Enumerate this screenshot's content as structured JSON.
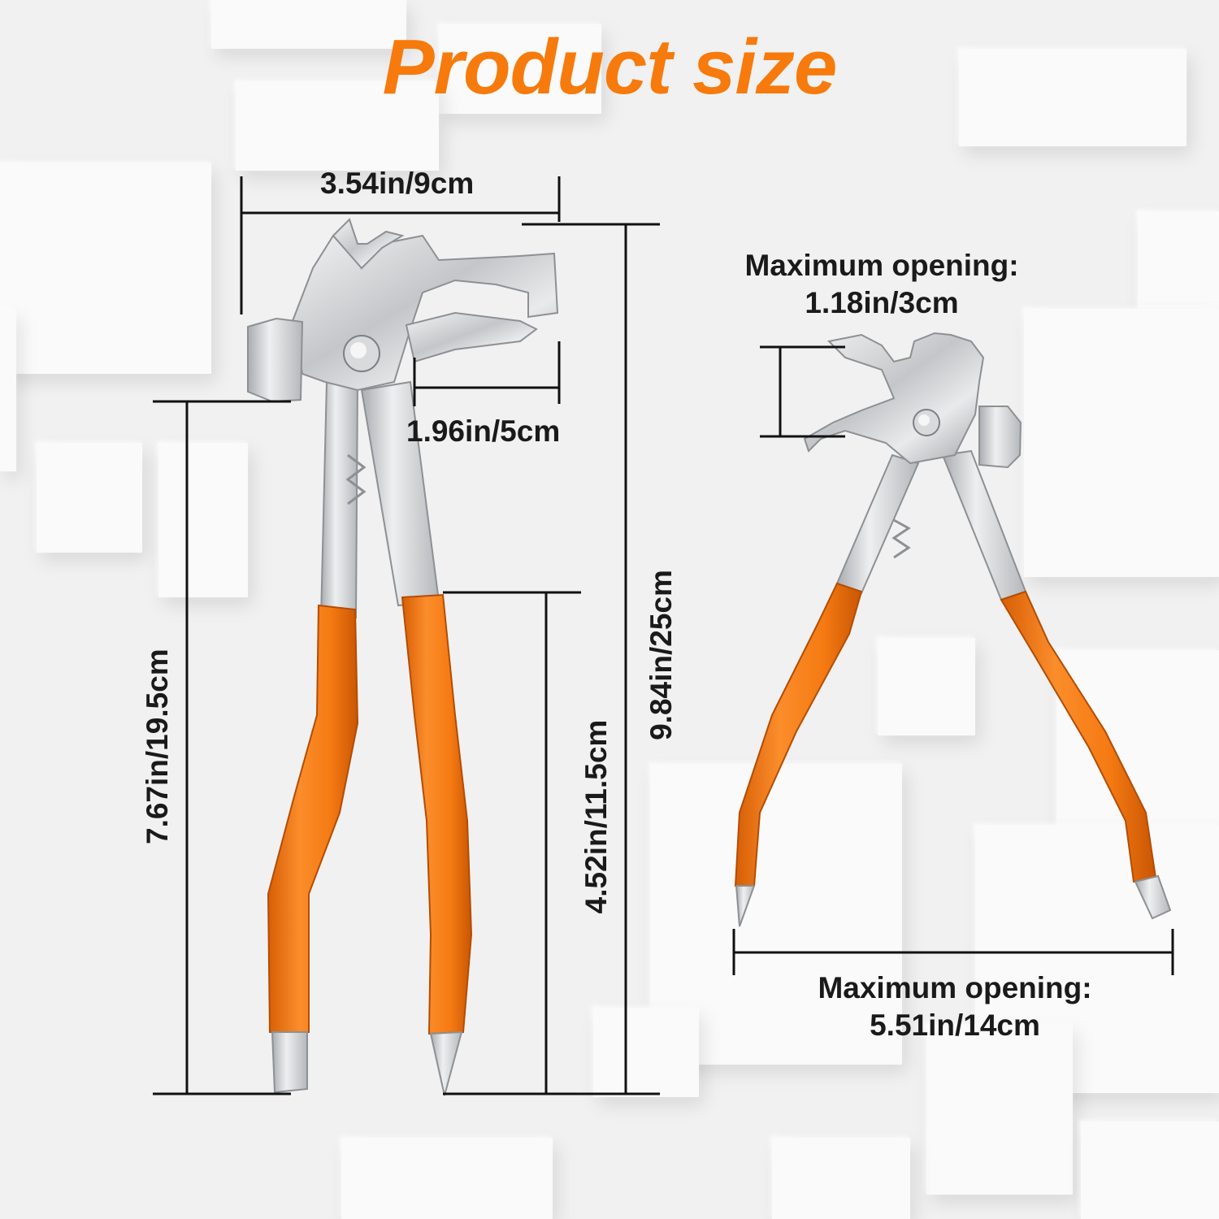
{
  "title": "Product size",
  "accent_color": "#f77a0c",
  "dimensions": {
    "head_width": "3.54in/9cm",
    "jaw_length": "1.96in/5cm",
    "handle_length": "7.67in/19.5cm",
    "handle_grip_length": "4.52in/11.5cm",
    "total_length": "9.84in/25cm",
    "jaw_opening_label": "Maximum opening:",
    "jaw_opening_value": "1.18in/3cm",
    "handle_opening_label": "Maximum opening:",
    "handle_opening_value": "5.51in/14cm"
  }
}
